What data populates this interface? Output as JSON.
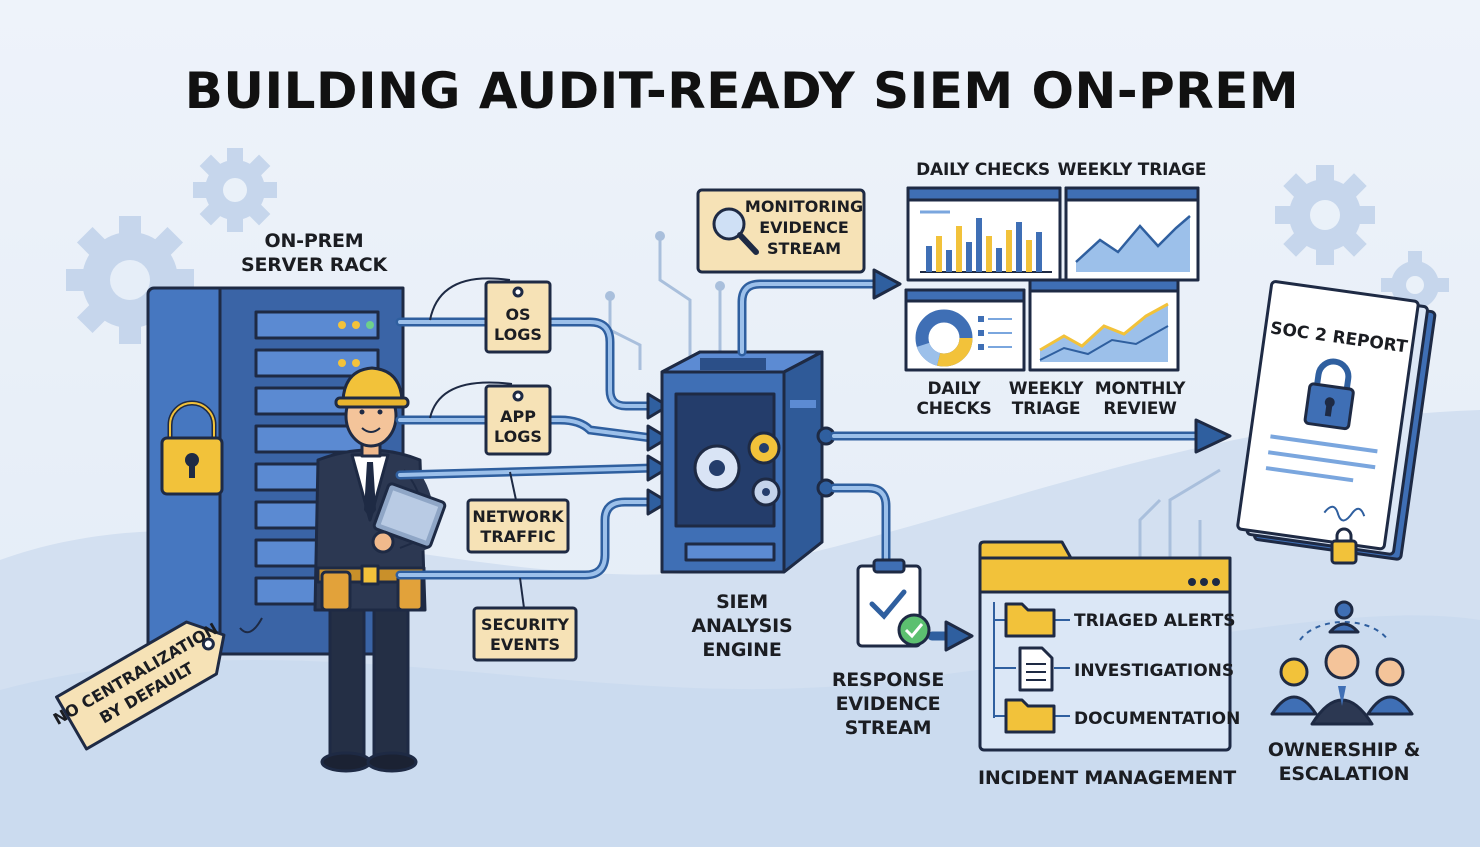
{
  "title": "BUILDING AUDIT-READY SIEM ON-PREM",
  "server_rack": {
    "label_line1": "ON-PREM",
    "label_line2": "SERVER RACK"
  },
  "no_centralization_tag": {
    "line1": "NO CENTRALIZATION",
    "line2": "BY DEFAULT"
  },
  "log_sources": [
    {
      "line1": "OS",
      "line2": "LOGS"
    },
    {
      "line1": "APP",
      "line2": "LOGS"
    },
    {
      "line1": "NETWORK",
      "line2": "TRAFFIC"
    },
    {
      "line1": "SECURITY",
      "line2": "EVENTS"
    }
  ],
  "siem_engine": {
    "line1": "SIEM",
    "line2": "ANALYSIS",
    "line3": "ENGINE"
  },
  "monitoring_stream": {
    "line1": "MONITORING",
    "line2": "EVIDENCE",
    "line3": "STREAM"
  },
  "dashboards": {
    "top_label_left": "DAILY CHECKS",
    "top_label_right": "WEEKLY TRIAGE",
    "bottom_labels": [
      {
        "line1": "DAILY",
        "line2": "CHECKS"
      },
      {
        "line1": "WEEKLY",
        "line2": "TRIAGE"
      },
      {
        "line1": "MONTHLY",
        "line2": "REVIEW"
      }
    ]
  },
  "soc_report": {
    "title": "SOC 2 REPORT"
  },
  "response_stream": {
    "line1": "RESPONSE",
    "line2": "EVIDENCE",
    "line3": "STREAM"
  },
  "incident_management": {
    "label": "INCIDENT MANAGEMENT",
    "items": [
      "TRIAGED ALERTS",
      "INVESTIGATIONS",
      "DOCUMENTATION"
    ]
  },
  "ownership": {
    "line1": "OWNERSHIP &",
    "line2": "ESCALATION"
  },
  "colors": {
    "primary_blue": "#3f6fb5",
    "dark_blue": "#2f5f9f",
    "accent_yellow": "#f2c23a",
    "tag_beige": "#f6e2b6",
    "success_green": "#5cc070",
    "ink": "#1e2a44"
  },
  "icons": [
    "gear-icon",
    "padlock-icon",
    "magnifier-icon",
    "clipboard-check-icon",
    "folder-icon",
    "document-icon",
    "signature-icon",
    "people-icon"
  ]
}
